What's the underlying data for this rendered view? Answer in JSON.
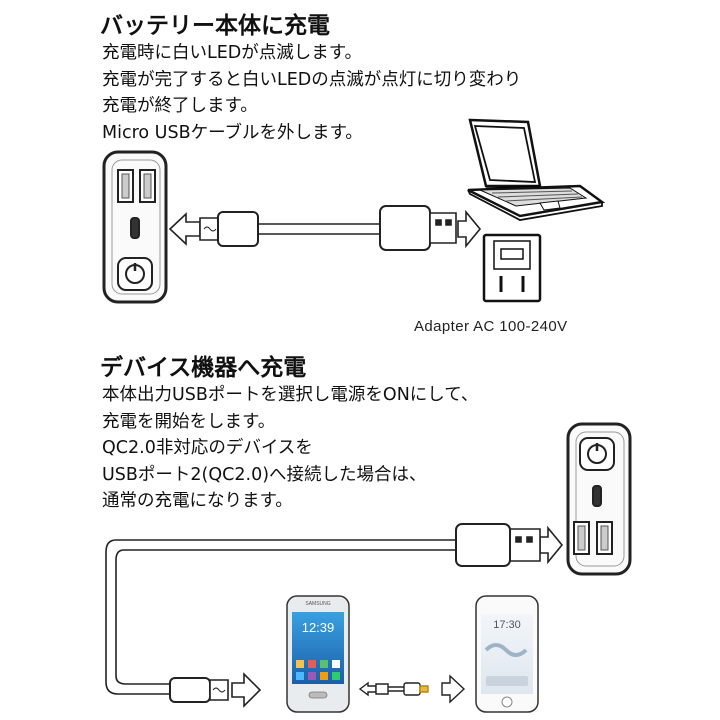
{
  "section1": {
    "heading": "バッテリー本体に充電",
    "lines": [
      "充電時に白いLEDが点滅します。",
      "充電が完了すると白いLEDの点滅が点灯に切り変わり",
      "充電が終了します。",
      "Micro USBケーブルを外します。"
    ],
    "adapter_caption": "Adapter AC 100-240V"
  },
  "section2": {
    "heading": "デバイス機器へ充電",
    "lines": [
      "本体出力USBポートを選択し電源をONにして、",
      "充電を開始をします。",
      "QC2.0非対応のデバイスを",
      "USBポート2(QC2.0)へ接続した場合は、",
      "通常の充電になります。"
    ]
  },
  "devices": {
    "android_time": "12:39",
    "iphone_time": "17:30",
    "android_brand": "SAMSUNG"
  }
}
